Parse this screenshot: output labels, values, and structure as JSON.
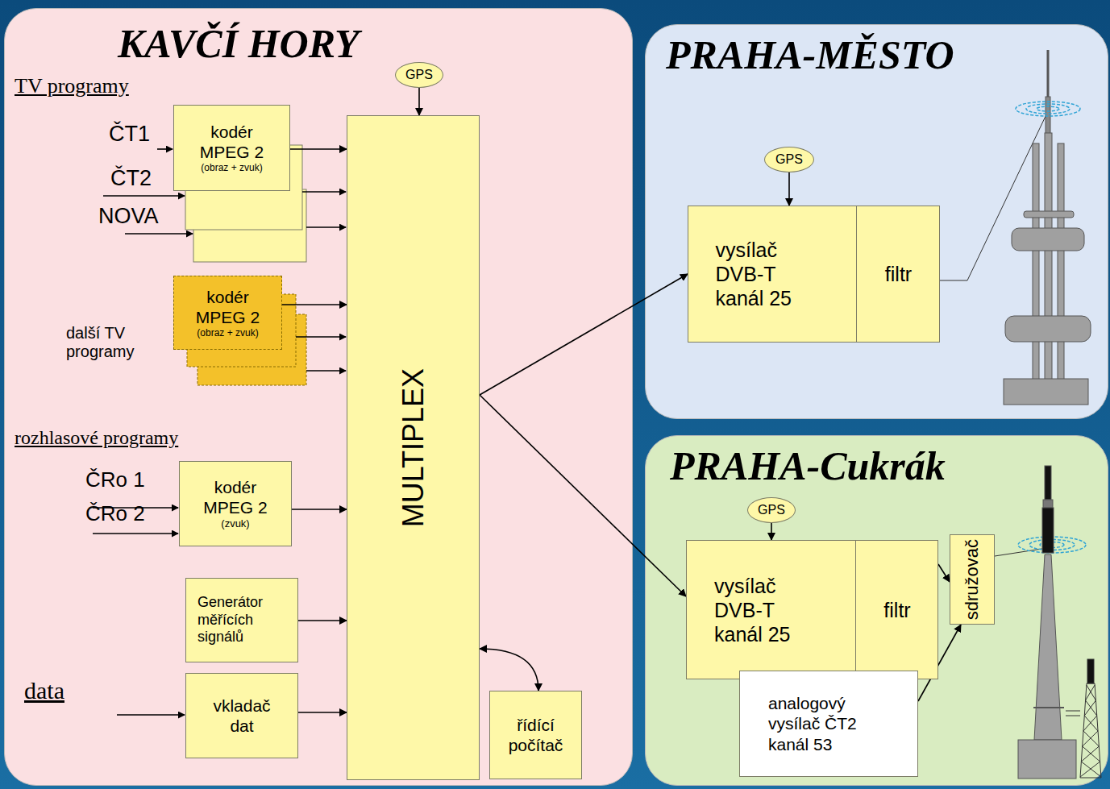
{
  "diagram": {
    "nodes": [
      {
        "text": [
          "KAVČÍ HORY"
        ]
      },
      {
        "text": [
          "GPS"
        ],
        "in": 0
      },
      {
        "text": [
          "kodér MPEG 2",
          "(obraz + zvuk)"
        ],
        "in": 0
      },
      {
        "text": [
          "kodér MPEG 2",
          "(obraz + zvuk)"
        ],
        "in": 0
      },
      {
        "text": [
          "kodér MPEG 2",
          "(zvuk)"
        ],
        "in": 0
      },
      {
        "text": [
          "Generátor měřících signálů"
        ],
        "in": 0
      },
      {
        "text": [
          "vkladač dat"
        ],
        "in": 0
      },
      {
        "text": [
          "MULTIPLEX"
        ],
        "in": 0
      },
      {
        "text": [
          "řídící počítač"
        ],
        "in": 0
      },
      {
        "text": [
          "PRAHA-MĚSTO"
        ]
      },
      {
        "text": [
          "GPS"
        ],
        "in": 9
      },
      {
        "text": [
          "vysílač DVB-T kanál 25"
        ],
        "in": 9
      },
      {
        "text": [
          "filtr"
        ],
        "in": 11
      },
      {
        "text": [
          "PRAHA-Cukrák"
        ]
      },
      {
        "text": [
          "GPS"
        ],
        "in": 13
      },
      {
        "text": [
          "vysílač DVB-T kanál 25"
        ],
        "in": 13
      },
      {
        "text": [
          "filtr"
        ],
        "in": 15
      },
      {
        "text": [
          "sdružovač"
        ],
        "in": 13
      },
      {
        "text": [
          "analogový vysílač ČT2 kanál 53"
        ],
        "in": 13
      }
    ],
    "edges": [
      {
        "from": 1,
        "to": 7,
        "arrow": "to"
      },
      {
        "from": 2,
        "to": 7,
        "arrow": "to"
      },
      {
        "from": 3,
        "to": 7,
        "arrow": "to"
      },
      {
        "from": 4,
        "to": 7,
        "arrow": "to"
      },
      {
        "from": 5,
        "to": 7,
        "arrow": "to"
      },
      {
        "from": 6,
        "to": 7,
        "arrow": "to"
      },
      {
        "from": 7,
        "to": 8,
        "arrow": "both"
      },
      {
        "from": 7,
        "to": 11,
        "arrow": "to"
      },
      {
        "from": 7,
        "to": 15,
        "arrow": "to"
      },
      {
        "from": 10,
        "to": 11,
        "arrow": "to"
      },
      {
        "from": 14,
        "to": 15,
        "arrow": "to"
      },
      {
        "from": 16,
        "to": 17,
        "arrow": "to"
      },
      {
        "from": 18,
        "to": 17,
        "arrow": "to"
      }
    ],
    "labels": [
      "TV programy",
      "ČT1",
      "ČT2",
      "NOVA",
      "další TV programy",
      "rozhlasové programy",
      "ČRo 1",
      "ČRo 2",
      "data"
    ]
  }
}
